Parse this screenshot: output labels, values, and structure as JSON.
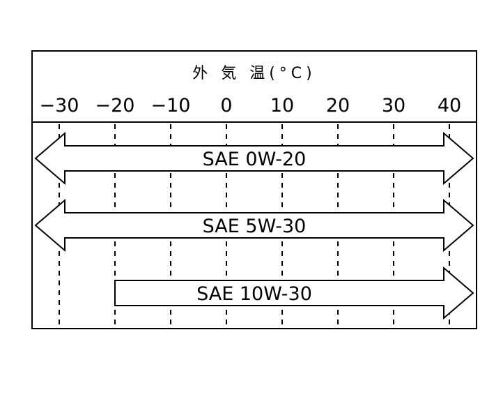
{
  "diagram": {
    "title": "外 気 温(°C)",
    "temperature_ticks": [
      "−30",
      "−20",
      "−10",
      "0",
      "10",
      "20",
      "30",
      "40"
    ],
    "tick_values": [
      -30,
      -20,
      -10,
      0,
      10,
      20,
      30,
      40
    ],
    "oil_ranges": [
      {
        "label": "SAE 0W-20",
        "from": -30,
        "to": 40,
        "left_open": true,
        "right_open": true
      },
      {
        "label": "SAE 5W-30",
        "from": -30,
        "to": 40,
        "left_open": true,
        "right_open": true
      },
      {
        "label": "SAE 10W-30",
        "from": -20,
        "to": 40,
        "left_open": false,
        "right_open": true
      }
    ]
  }
}
